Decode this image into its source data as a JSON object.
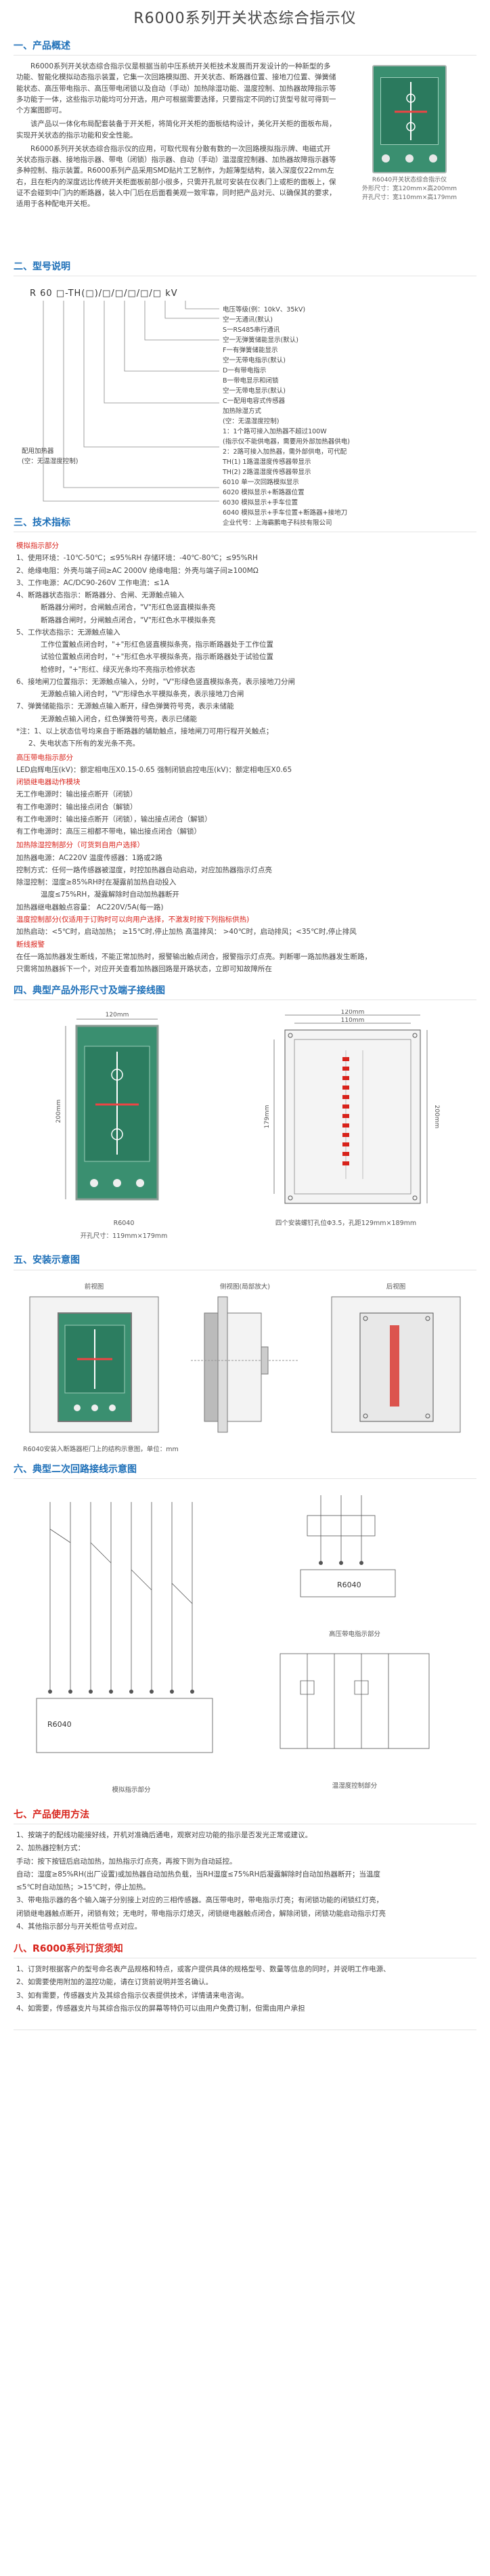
{
  "title": "R6000系列开关状态综合指示仪",
  "sections": {
    "overview": {
      "heading": "一、产品概述",
      "paragraphs": [
        "R6000系列开关状态综合指示仪是根据当前中压系统开关柜技术发展而开发设计的一种新型的多功能、智能化模拟动态指示装置，它集一次回路模拟图、开关状态、断路器位置、接地刀位置、弹簧储能状态、高压带电指示、高压带电闭锁以及自动（手动）加热除湿功能、温度控制、加热器故障指示等多功能于一体，这些指示功能均可分开选，用户可根据需要选择，只要指定不同的订货型号就可得到一个方案图即可。",
        "该产品以一体化布局配套装备于开关柜，将简化开关柜的面板结构设计，美化开关柜的面板布局，实现开关状态的指示功能和安全性能。",
        "R6000系列开关状态综合指示仪的应用，可取代现有分散有数的一次回路模拟指示牌、电磁式开关状态指示器、接地指示器、带电（闭锁）指示器、自动（手动）温湿度控制器、加热器故障指示器等多种控制、指示装置。R6000系列产品采用SMD贴片工艺制作，为超薄型结构，装入深度仅22mm左右，且在柜内的深度远比传统开关柜面板前部小很多，只需开孔就可安装在仪表门上或柜的面板上，保证不会碰到中门内的断路器，装入中门后在后面看美观一致牢靠，同时把产品对元、以确保其的要求，适用于各种配电开关柜。"
      ],
      "photo_caption_1": "R6040开关状态综合指示仪",
      "photo_caption_2": "外形尺寸：宽120mm×高200mm",
      "photo_caption_3": "开孔尺寸：宽110mm×高179mm"
    },
    "model": {
      "heading": "二、型号说明",
      "code": "R 60 □-TH(□)/□/□/□/□/□ kV",
      "items": [
        "电压等级(例：10kV、35kV)",
        "空一无通讯(默认)",
        "S一RS485串行通讯",
        "空一无弹簧储能显示(默认)",
        "F一有弹簧储能显示",
        "空一无带电指示(默认)",
        "D一有带电指示",
        "B一带电显示和闭锁",
        "空一无带电显示(默认)",
        "C一配用电容式传感器",
        "加热除湿方式",
        "(空：无温湿度控制)",
        "1：1个路可接入加热器不超过100W",
        "(指示仪不能供电器，需要用外部加热器供电)",
        "2：2路可接入加热器，需外部供电，可代配",
        "TH(1) 1路温湿度传感器带显示",
        "TH(2) 2路温湿度传感器带显示",
        "6010 单一次回路模拟显示",
        "6020 模拟显示+断路器位置",
        "6030 模拟显示+手车位置",
        "6040 模拟显示+手车位置+断路器+接地刀",
        "企业代号：上海霸鹏电子科技有限公司"
      ],
      "lab_left_1": "R",
      "lab_left_2": "配用加热器",
      "lab_left_3": "(空：无温湿度控制)"
    },
    "tech": {
      "heading": "三、技术指标",
      "group1": "模拟指示部分",
      "lines": [
        "1、使用环境：-10℃-50℃；≤95%RH          存储环境：-40℃-80℃；≤95%RH",
        "2、绝缘电阻：外壳与端子间≥AC 2000V      绝缘电阻：外壳与端子间≥100MΩ",
        "3、工作电源：AC/DC90-260V          工作电流：≤1A",
        "4、断路器状态指示：断路器分、合闸、无源触点输入",
        "断路器分闸时，合闸触点闭合，\"V\"形红色竖直模拟条亮",
        "断路器合闸时，分闸触点闭合，\"V\"形红色水平模拟条亮",
        "5、工作状态指示：无源触点输入",
        "工作位置触点闭合时，\"+\"形红色竖直模拟条亮，指示断路器处于工作位置",
        "试验位置触点闭合时，\"+\"形红色水平模拟条亮，指示断路器处于试验位置",
        "检修时，\"+\"形红、绿灭光条均不亮指示检修状态",
        "6、接地闸刀位置指示：无源触点输入，分时，\"V\"形绿色竖直模拟条亮，表示接地刀分闸",
        "无源触点输入闭合时，\"V\"形绿色水平模拟条亮，表示接地刀合闸",
        "7、弹簧储能指示：无源触点输入断开，绿色弹簧符号亮，表示未储能",
        "无源触点输入闭合，红色弹簧符号亮，表示已储能",
        "*注：1、以上状态信号均来自于断路器的辅助触点，接地闸刀可用行程开关触点；",
        "2、失电状态下所有的发光条不亮。"
      ],
      "group2": "高压带电指示部分",
      "lines2": [
        "LED启辉电压(kV)：额定相电压X0.15-0.65    强制闭锁启控电压(kV)：额定相电压X0.65",
        "闭锁继电器动作模块",
        "无工作电源时：输出接点断开（闭锁）",
        "有工作电源时：输出接点闭合（解锁）",
        "有工作电源时：输出接点断开（闭锁），输出接点闭合（解锁）",
        "有工作电源时：高压三相都不带电，输出接点闭合（解锁）"
      ],
      "group3": "加热除湿控制部分（可货到自用户选择）",
      "lines3": [
        "加热器电源：AC220V       温度传感器：1路或2路",
        "控制方式：任何一路传感器被湿度，时控加热器自动启动，对应加热器指示灯点亮",
        "除湿控制：湿度≥85%RH时在凝露前加热自动投入",
        "温度≤75%RH，凝露解除时自动加热器断开",
        "加热器继电器触点容量：         AC220V/5A(每一路)",
        "温度控制部分(仅适用于订购时可以向用户选择，不激发时按下列指标供热)",
        "加热启动：<5℃时，启动加热；  ≥15℃时,停止加热  高温排风：  >40℃时，启动排风；<35℃时,停止排风",
        "断线报警",
        "在任一路加热器发生断线，不能正常加热时，报警输出触点闭合，报警指示灯点亮。判断哪一路加热器发生断路，",
        "只需将加热器拆下一个，对应开关查看加热器回路是开路状态，立即可知故障所在"
      ]
    },
    "dimension": {
      "heading": "四、典型产品外形尺寸及端子接线图",
      "w120": "120mm",
      "h200": "200mm",
      "w110": "110mm",
      "h179": "179mm",
      "cap_left_1": "R6040",
      "cap_left_2": "开孔尺寸：119mm×179mm",
      "cap_right": "四个安装螺钉孔位Φ3.5，孔距129mm×189mm"
    },
    "install": {
      "heading": "五、安装示意图",
      "front": "前视图",
      "side": "侧视图(局部放大)",
      "back": "后视图",
      "caption": "R6040安装入断路器柜门上的结构示意图，单位：mm"
    },
    "circuit": {
      "heading": "六、典型二次回路接线示意图",
      "label_r": "R6040",
      "label_r2": "R6040",
      "cap_high": "高压带电指示部分",
      "cap_sim": "模拟指示部分",
      "cap_temp": "温湿度控制部分"
    },
    "usage": {
      "heading": "七、产品使用方法",
      "lines": [
        "1、按端子的配线功能接好线，开机对准确后通电，观察对应功能的指示是否发光正常或建议。",
        "2、加热器控制方式：",
        "手动：按下按钮后启动加热，加热指示灯点亮，再按下则为自动延控。",
        "自动：湿度≥85%RH(出厂设置)或加热器自动加热负载，当RH湿度≤75%RH后凝露解除时自动加热器断开；当温度",
        "≤5℃时自动加热；>15℃时，停止加热。",
        "3、带电指示器的各个输入端子分别接上对应的三相传感器。高压带电时，带电指示灯亮；有闭锁功能的闭锁红灯亮，",
        "闭锁继电器触点断开，闭锁有效；无电时，带电指示灯熄灭，闭锁继电器触点闭合，解除闭锁，闭锁功能启动指示灯亮",
        "4、其他指示部分与开关柜信号点对应。"
      ]
    },
    "order": {
      "heading": "八、R6000系列订货须知",
      "lines": [
        "1、订货时根据客户的型号命名表产品规格和特点，或客户提供具体的规格型号、数量等信息的同时，并说明工作电源、",
        "2、如需要使用附加的温控功能，请在订货前说明并签名确认。",
        "3、如有需要，传感器支片及其综合指示仪表提供技术，详情请来电咨询。",
        "4、如需要，传感器支片与其综合指示仪的屏幕等特仍可以由用户免费订制，但需由用户承担"
      ]
    }
  },
  "colors": {
    "accent_blue": "#1d6fb8",
    "accent_red": "#d8231b",
    "device_green": "#3a8f70"
  }
}
